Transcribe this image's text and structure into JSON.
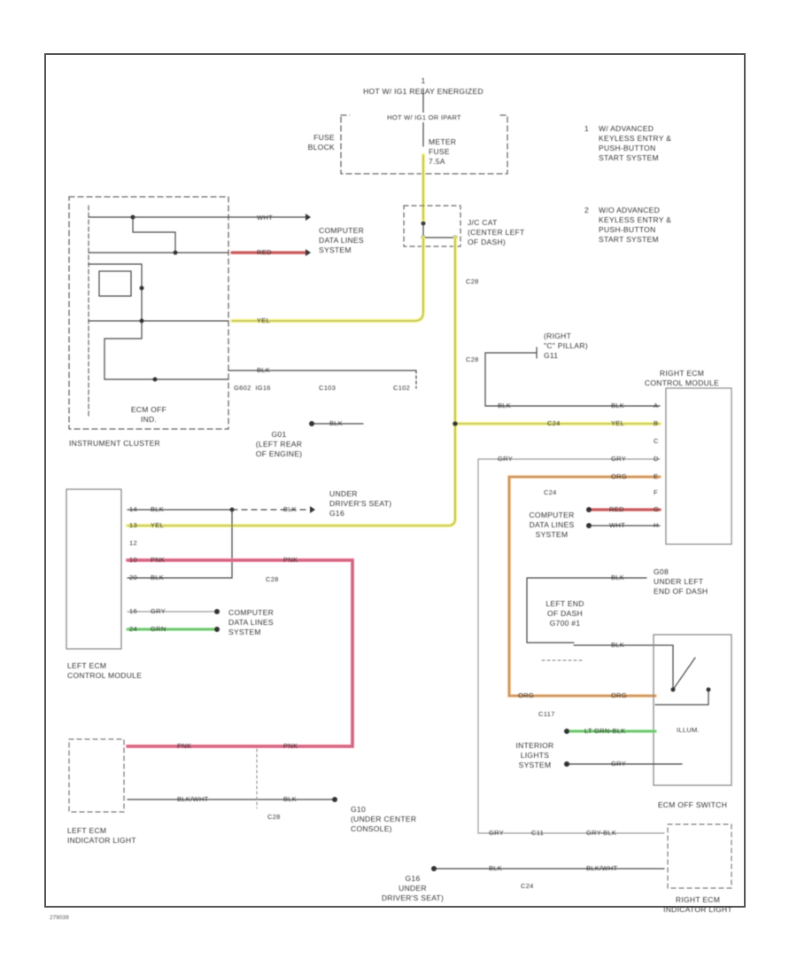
{
  "relay": {
    "num": "1",
    "title": "HOT W/ IG1 RELAY ENERGIZED"
  },
  "fuse_block": {
    "label": "FUSE\nBLOCK",
    "header": "HOT W/ IG1 OR IPART",
    "fuse": "METER\nFUSE\n7.5A"
  },
  "notes": [
    {
      "num": "1",
      "text": "W/ ADVANCED\nKEYLESS ENTRY &\nPUSH-BUTTON\nSTART SYSTEM"
    },
    {
      "num": "2",
      "text": "W/O ADVANCED\nKEYLESS ENTRY &\nPUSH-BUTTON\nSTART SYSTEM"
    }
  ],
  "instrument_cluster": {
    "label": "INSTRUMENT CLUSTER",
    "switch_label": "ECM OFF\nIND.",
    "ground_ids": "G602  IG16"
  },
  "wires": {
    "wht": "WHT",
    "red": "RED",
    "yel": "YEL",
    "blk": "BLK",
    "gry": "GRY",
    "org": "ORG",
    "pnk": "PNK",
    "grn": "GRN",
    "ltgrn_blk": "LT GRN-BLK",
    "gry_blk": "GRY-BLK",
    "blk_wht": "BLK/WHT"
  },
  "connectors": {
    "c103": "C103",
    "c102": "C102",
    "c28a": "C28",
    "c28b": "C28",
    "c24a": "C24",
    "c24b": "C24",
    "c28c": "C28",
    "c117": "C117",
    "c11": "C11",
    "c24c": "C24"
  },
  "junctions": {
    "jc": "J/C CAT\n(CENTER LEFT\nOF DASH)",
    "right_pillar": "(RIGHT\n\"C\" PILLAR)\nG11",
    "g01": "G01\n(LEFT REAR\nOF ENGINE)",
    "under_driver": "UNDER\nDRIVER'S SEAT)\nG16",
    "left_end": "LEFT END\nOF DASH\nG700 #1",
    "g08": "G08\nUNDER LEFT\nEND OF DASH",
    "g10": "G10\n(UNDER CENTER\nCONSOLE)",
    "g16b": "G16\nUNDER\nDRIVER'S SEAT)"
  },
  "computer_data_lines": "COMPUTER\nDATA LINES\nSYSTEM",
  "interior_lights": "INTERIOR\nLIGHTS\nSYSTEM",
  "modules": {
    "right_ecm": "RIGHT ECM\nCONTROL MODULE",
    "left_ecm": "LEFT ECM\nCONTROL MODULE",
    "left_ind": "LEFT ECM\nINDICATOR LIGHT",
    "ecm_switch": "ECM OFF SWITCH",
    "right_ind": "RIGHT ECM\nINDICATOR LIGHT"
  },
  "pins": {
    "right_ecm": [
      "A",
      "B",
      "C",
      "D",
      "E",
      "F",
      "G",
      "H"
    ],
    "left_ecm": [
      "14",
      "13",
      "12",
      "10",
      "20",
      "16",
      "24"
    ]
  },
  "switch_illum": "ILLUM.",
  "footer_left": "279039",
  "colors": {
    "wire_black": "#3a3a3a",
    "wire_yellow": "#f2f27a",
    "wire_red": "#e06060",
    "wire_pink": "#f07090",
    "wire_orange": "#f0b070",
    "wire_green": "#7ee07e",
    "wire_gray": "#b0b0b0"
  }
}
